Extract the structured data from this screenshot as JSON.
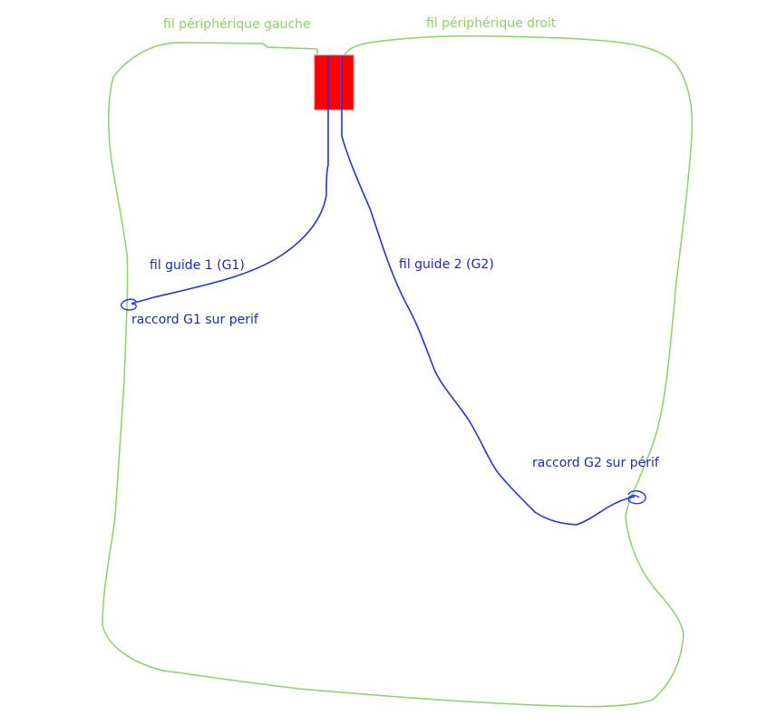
{
  "labels": {
    "perimeter_left": "fil périphérique gauche",
    "perimeter_right": "fil périphérique droit",
    "guide_1": "fil guide 1 (G1)",
    "guide_2": "fil guide 2 (G2)",
    "joint_g1": "raccord G1 sur perif",
    "joint_g2": "raccord G2 sur périf"
  },
  "colors": {
    "perimeter": "#8dd16b",
    "guide": "#2233dd",
    "label_guide": "#1a2bb0",
    "base_station": "#ff0000"
  }
}
